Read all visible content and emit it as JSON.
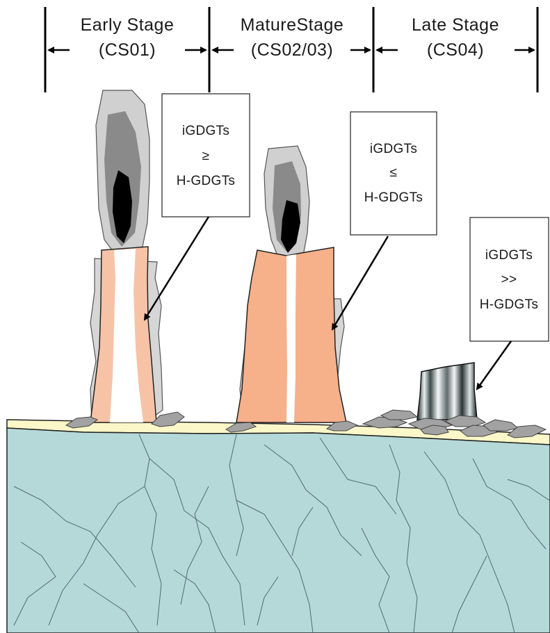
{
  "stages": [
    {
      "name_line1": "Early Stage",
      "name_line2": "(CS01)"
    },
    {
      "name_line1": "MatureStage",
      "name_line2": "(CS02/03)"
    },
    {
      "name_line1": "Late Stage",
      "name_line2": "(CS04)"
    }
  ],
  "annotations": [
    {
      "line1": "iGDGTs",
      "line2": "≥",
      "line3": "H-GDGTs"
    },
    {
      "line1": "iGDGTs",
      "line2": "≤",
      "line3": "H-GDGTs"
    },
    {
      "line1": "iGDGTs",
      "line2": ">>",
      "line3": "H-GDGTs"
    }
  ],
  "colors": {
    "seafloor_rock": "#b5d9d8",
    "sediment": "#fbf7c8",
    "chimney_early": "#f7c3a6",
    "chimney_mature": "#f6b08a",
    "plume_outer": "#d0d0d0",
    "plume_mid": "#8a8a8a",
    "plume_core": "#000000",
    "debris": "#a2a2a2"
  }
}
